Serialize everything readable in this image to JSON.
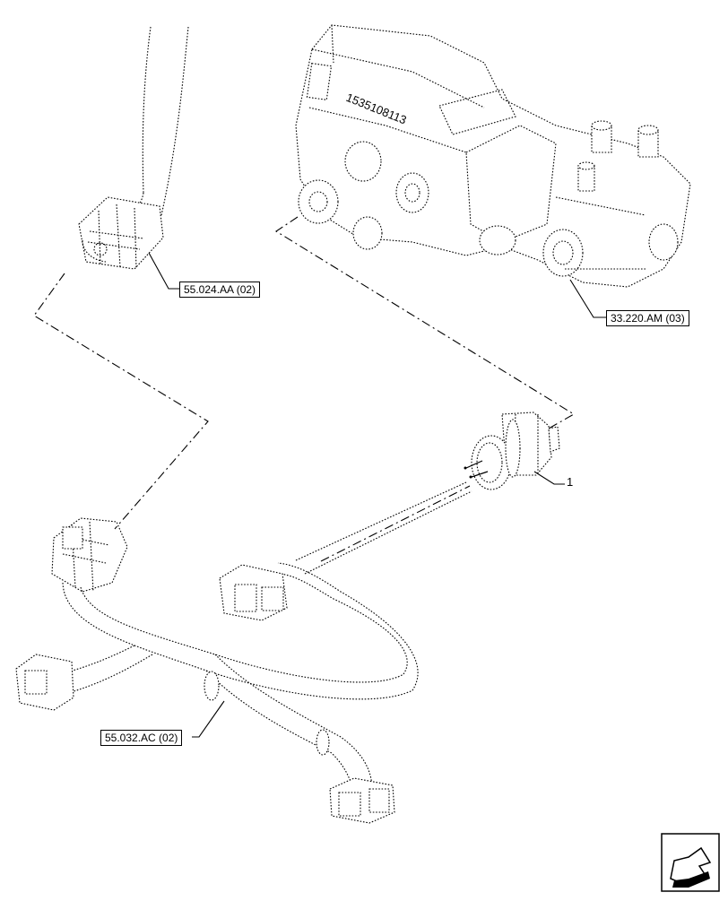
{
  "references": {
    "connector_ref": "55.024.AA (02)",
    "valve_ref": "33.220.AM (03)",
    "harness_ref": "55.032.AC (02)"
  },
  "valve_marking": "1535108113",
  "callouts": {
    "sensor": "1"
  },
  "navigation": {
    "icon": "next-page-arrow-icon"
  }
}
